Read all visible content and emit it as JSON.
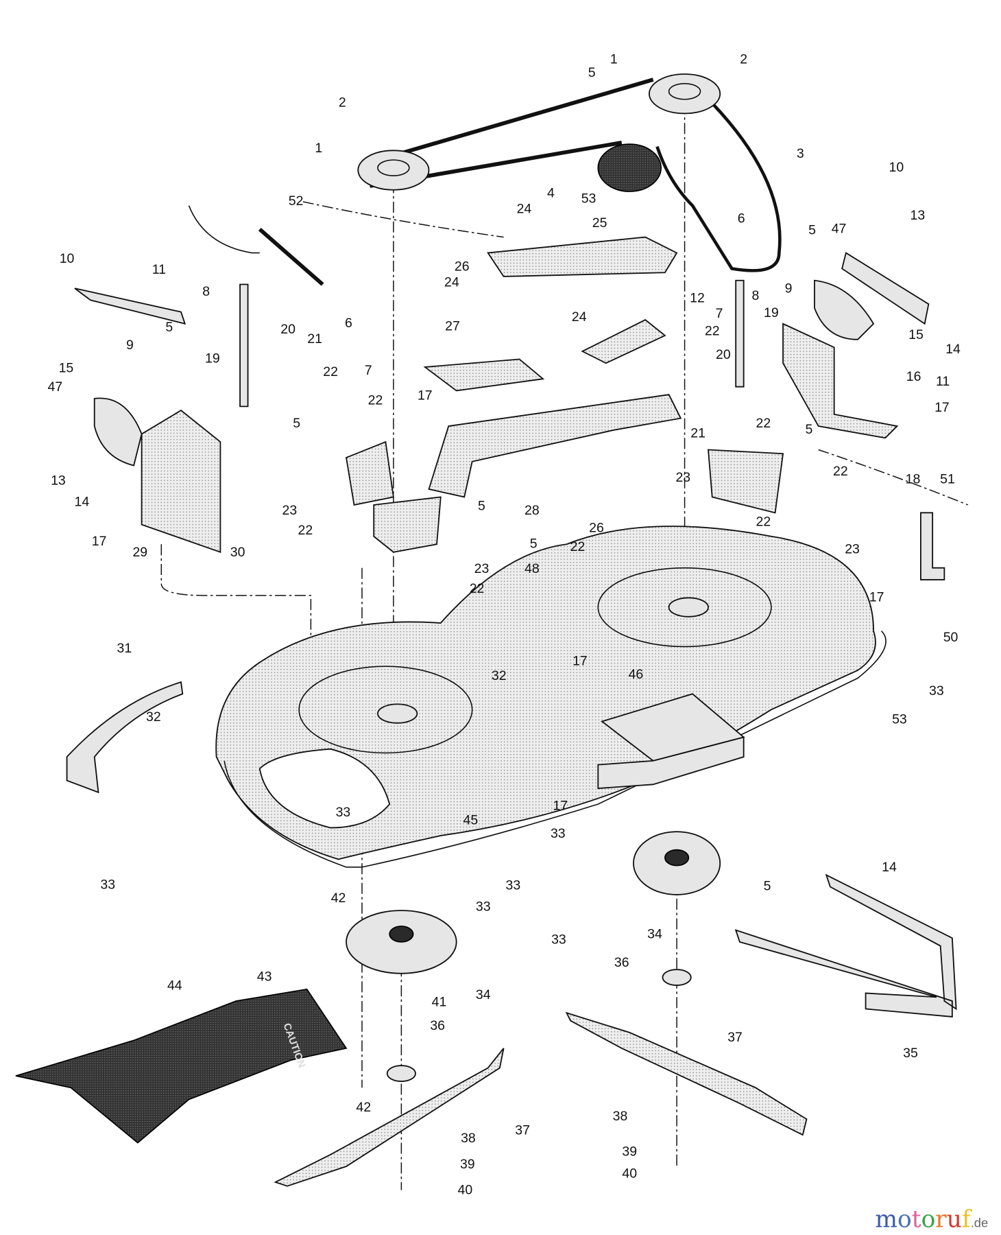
{
  "diagram": {
    "type": "exploded parts diagram - mower deck",
    "callouts": [
      "1",
      "1",
      "2",
      "2",
      "5",
      "5",
      "5",
      "5",
      "5",
      "5",
      "5",
      "5",
      "3",
      "4",
      "6",
      "6",
      "53",
      "53",
      "24",
      "24",
      "24",
      "25",
      "52",
      "47",
      "47",
      "10",
      "10",
      "13",
      "13",
      "11",
      "11",
      "8",
      "8",
      "12",
      "7",
      "7",
      "22",
      "22",
      "22",
      "22",
      "22",
      "22",
      "22",
      "22",
      "22",
      "9",
      "9",
      "19",
      "19",
      "14",
      "14",
      "14",
      "15",
      "15",
      "16",
      "20",
      "20",
      "17",
      "17",
      "17",
      "17",
      "17",
      "17",
      "21",
      "21",
      "26",
      "26",
      "27",
      "18",
      "51",
      "23",
      "23",
      "23",
      "23",
      "28",
      "29",
      "30",
      "48",
      "50",
      "33",
      "33",
      "33",
      "33",
      "33",
      "33",
      "33",
      "31",
      "32",
      "32",
      "46",
      "45",
      "34",
      "34",
      "36",
      "36",
      "42",
      "42",
      "43",
      "44",
      "41",
      "37",
      "37",
      "35",
      "38",
      "38",
      "39",
      "39",
      "40",
      "40"
    ],
    "chute_text": "CAUTION"
  },
  "watermark": {
    "letters": [
      "m",
      "o",
      "t",
      "o",
      "r",
      "u",
      "f"
    ],
    "letter_colors": [
      "#3b5aa8",
      "#4a6fb0",
      "#e0609a",
      "#3aa545",
      "#e8782a",
      "#d9362b",
      "#f0c020"
    ],
    "suffix": ".de"
  }
}
